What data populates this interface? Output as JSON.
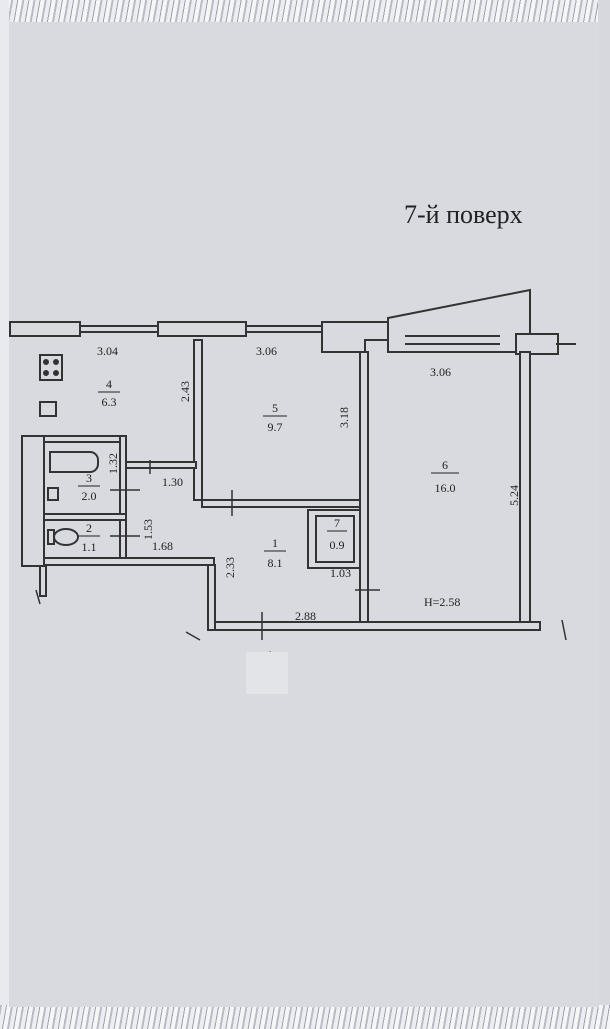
{
  "floor_title": "7-й поверх",
  "rooms": [
    {
      "number": "1",
      "area": "8.1"
    },
    {
      "number": "2",
      "area": "1.1"
    },
    {
      "number": "3",
      "area": "2.0"
    },
    {
      "number": "4",
      "area": "6.3"
    },
    {
      "number": "5",
      "area": "9.7"
    },
    {
      "number": "6",
      "area": "16.0"
    },
    {
      "number": "7",
      "area": "0.9"
    }
  ],
  "dimensions": {
    "room4_width": "3.04",
    "room5_width": "3.06",
    "room6_width": "3.06",
    "corridor_depth": "2.43",
    "room5_depth": "3.18",
    "room6_depth": "5.24",
    "bath_height": "1.32",
    "bath_width": "1.30",
    "hall_side": "1.53",
    "wc_width": "1.68",
    "hall_depth": "2.33",
    "closet_width": "1.03",
    "entry_width": "2.88"
  },
  "ceiling_height": "H=2.58"
}
